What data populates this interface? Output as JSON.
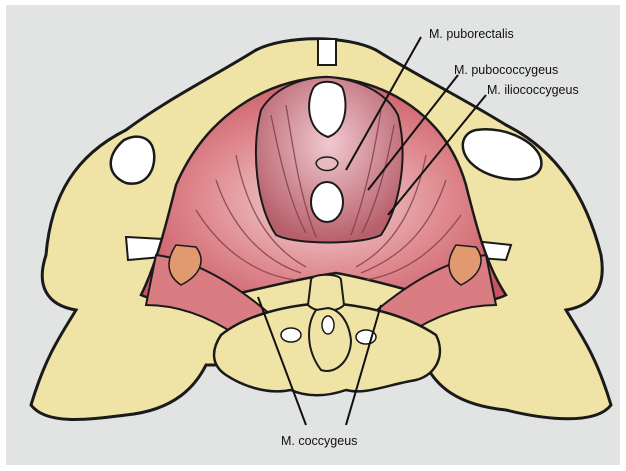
{
  "labels": {
    "puborectalis": "M. puborectalis",
    "pubococcygeus": "M. pubococcygeus",
    "iliococcygeus": "M. iliococcygeus",
    "coccygeus": "M. coccygeus"
  },
  "colors": {
    "bone": "#efe3a6",
    "muscle": "#d97d82",
    "muscle_dark": "#c44c57",
    "background": "#e2e3e3",
    "outline": "#1a1a1a"
  }
}
